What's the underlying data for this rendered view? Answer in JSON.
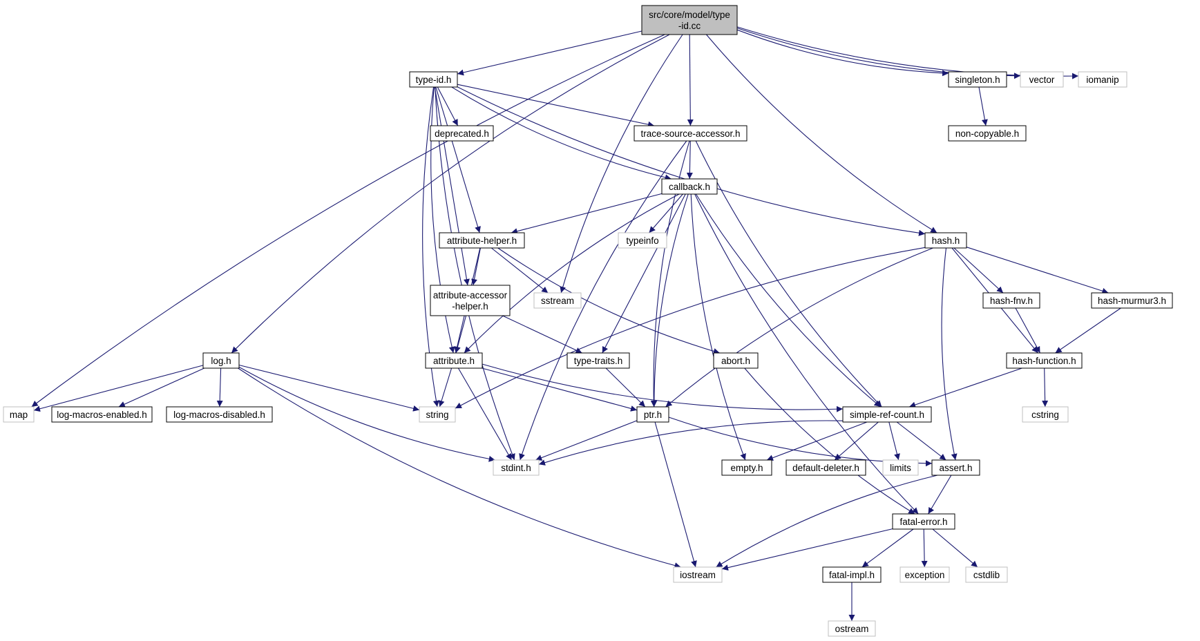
{
  "colors": {
    "edge": "#191970",
    "root_fill": "#bfbfbf",
    "system_border": "#bfbfbf",
    "local_border": "#000000"
  },
  "nodes": [
    {
      "id": "root",
      "lines": [
        "src/core/model/type",
        "-id.cc"
      ],
      "kind": "root"
    },
    {
      "id": "type-id.h",
      "lines": [
        "type-id.h"
      ],
      "kind": "local"
    },
    {
      "id": "log.h",
      "lines": [
        "log.h"
      ],
      "kind": "local"
    },
    {
      "id": "sstream",
      "lines": [
        "sstream"
      ],
      "kind": "system"
    },
    {
      "id": "trace-source-accessor.h",
      "lines": [
        "trace-source-accessor.h"
      ],
      "kind": "local"
    },
    {
      "id": "hash.h",
      "lines": [
        "hash.h"
      ],
      "kind": "local"
    },
    {
      "id": "singleton.h",
      "lines": [
        "singleton.h"
      ],
      "kind": "local"
    },
    {
      "id": "vector",
      "lines": [
        "vector"
      ],
      "kind": "system"
    },
    {
      "id": "iomanip",
      "lines": [
        "iomanip"
      ],
      "kind": "system"
    },
    {
      "id": "map",
      "lines": [
        "map"
      ],
      "kind": "system"
    },
    {
      "id": "deprecated.h",
      "lines": [
        "deprecated.h"
      ],
      "kind": "local"
    },
    {
      "id": "callback.h",
      "lines": [
        "callback.h"
      ],
      "kind": "local"
    },
    {
      "id": "non-copyable.h",
      "lines": [
        "non-copyable.h"
      ],
      "kind": "local"
    },
    {
      "id": "attribute-helper.h",
      "lines": [
        "attribute-helper.h"
      ],
      "kind": "local"
    },
    {
      "id": "typeinfo",
      "lines": [
        "typeinfo"
      ],
      "kind": "system"
    },
    {
      "id": "attribute-accessor-helper.h",
      "lines": [
        "attribute-accessor",
        "-helper.h"
      ],
      "kind": "local"
    },
    {
      "id": "hash-fnv.h",
      "lines": [
        "hash-fnv.h"
      ],
      "kind": "local"
    },
    {
      "id": "hash-murmur3.h",
      "lines": [
        "hash-murmur3.h"
      ],
      "kind": "local"
    },
    {
      "id": "attribute.h",
      "lines": [
        "attribute.h"
      ],
      "kind": "local"
    },
    {
      "id": "type-traits.h",
      "lines": [
        "type-traits.h"
      ],
      "kind": "local"
    },
    {
      "id": "abort.h",
      "lines": [
        "abort.h"
      ],
      "kind": "local"
    },
    {
      "id": "hash-function.h",
      "lines": [
        "hash-function.h"
      ],
      "kind": "local"
    },
    {
      "id": "log-macros-enabled.h",
      "lines": [
        "log-macros-enabled.h"
      ],
      "kind": "local"
    },
    {
      "id": "log-macros-disabled.h",
      "lines": [
        "log-macros-disabled.h"
      ],
      "kind": "local"
    },
    {
      "id": "string",
      "lines": [
        "string"
      ],
      "kind": "system"
    },
    {
      "id": "ptr.h",
      "lines": [
        "ptr.h"
      ],
      "kind": "local"
    },
    {
      "id": "simple-ref-count.h",
      "lines": [
        "simple-ref-count.h"
      ],
      "kind": "local"
    },
    {
      "id": "cstring",
      "lines": [
        "cstring"
      ],
      "kind": "system"
    },
    {
      "id": "stdint.h",
      "lines": [
        "stdint.h"
      ],
      "kind": "system"
    },
    {
      "id": "empty.h",
      "lines": [
        "empty.h"
      ],
      "kind": "local"
    },
    {
      "id": "default-deleter.h",
      "lines": [
        "default-deleter.h"
      ],
      "kind": "local"
    },
    {
      "id": "limits",
      "lines": [
        "limits"
      ],
      "kind": "system"
    },
    {
      "id": "assert.h",
      "lines": [
        "assert.h"
      ],
      "kind": "local"
    },
    {
      "id": "fatal-error.h",
      "lines": [
        "fatal-error.h"
      ],
      "kind": "local"
    },
    {
      "id": "iostream",
      "lines": [
        "iostream"
      ],
      "kind": "system"
    },
    {
      "id": "fatal-impl.h",
      "lines": [
        "fatal-impl.h"
      ],
      "kind": "local"
    },
    {
      "id": "exception",
      "lines": [
        "exception"
      ],
      "kind": "system"
    },
    {
      "id": "cstdlib",
      "lines": [
        "cstdlib"
      ],
      "kind": "system"
    },
    {
      "id": "ostream",
      "lines": [
        "ostream"
      ],
      "kind": "system"
    }
  ],
  "edges": [
    [
      "root",
      "type-id.h"
    ],
    [
      "root",
      "log.h"
    ],
    [
      "root",
      "map"
    ],
    [
      "root",
      "sstream"
    ],
    [
      "root",
      "trace-source-accessor.h"
    ],
    [
      "root",
      "hash.h"
    ],
    [
      "root",
      "singleton.h"
    ],
    [
      "root",
      "vector"
    ],
    [
      "root",
      "iomanip"
    ],
    [
      "type-id.h",
      "deprecated.h"
    ],
    [
      "type-id.h",
      "trace-source-accessor.h"
    ],
    [
      "type-id.h",
      "callback.h"
    ],
    [
      "type-id.h",
      "attribute-helper.h"
    ],
    [
      "type-id.h",
      "attribute-accessor-helper.h"
    ],
    [
      "type-id.h",
      "attribute.h"
    ],
    [
      "type-id.h",
      "string"
    ],
    [
      "type-id.h",
      "stdint.h"
    ],
    [
      "type-id.h",
      "hash.h"
    ],
    [
      "singleton.h",
      "non-copyable.h"
    ],
    [
      "trace-source-accessor.h",
      "callback.h"
    ],
    [
      "trace-source-accessor.h",
      "stdint.h"
    ],
    [
      "trace-source-accessor.h",
      "ptr.h"
    ],
    [
      "trace-source-accessor.h",
      "simple-ref-count.h"
    ],
    [
      "callback.h",
      "attribute-helper.h"
    ],
    [
      "callback.h",
      "typeinfo"
    ],
    [
      "callback.h",
      "attribute.h"
    ],
    [
      "callback.h",
      "type-traits.h"
    ],
    [
      "callback.h",
      "ptr.h"
    ],
    [
      "callback.h",
      "empty.h"
    ],
    [
      "callback.h",
      "simple-ref-count.h"
    ],
    [
      "callback.h",
      "fatal-error.h"
    ],
    [
      "attribute-helper.h",
      "attribute-accessor-helper.h"
    ],
    [
      "attribute-helper.h",
      "sstream"
    ],
    [
      "attribute-helper.h",
      "attribute.h"
    ],
    [
      "attribute-helper.h",
      "abort.h"
    ],
    [
      "attribute-accessor-helper.h",
      "attribute.h"
    ],
    [
      "attribute-accessor-helper.h",
      "type-traits.h"
    ],
    [
      "hash.h",
      "hash-fnv.h"
    ],
    [
      "hash.h",
      "hash-murmur3.h"
    ],
    [
      "hash.h",
      "hash-function.h"
    ],
    [
      "hash.h",
      "string"
    ],
    [
      "hash.h",
      "ptr.h"
    ],
    [
      "hash.h",
      "assert.h"
    ],
    [
      "hash-fnv.h",
      "hash-function.h"
    ],
    [
      "hash-murmur3.h",
      "hash-function.h"
    ],
    [
      "hash-function.h",
      "cstring"
    ],
    [
      "hash-function.h",
      "simple-ref-count.h"
    ],
    [
      "log.h",
      "map"
    ],
    [
      "log.h",
      "log-macros-enabled.h"
    ],
    [
      "log.h",
      "log-macros-disabled.h"
    ],
    [
      "log.h",
      "string"
    ],
    [
      "log.h",
      "stdint.h"
    ],
    [
      "log.h",
      "iostream"
    ],
    [
      "attribute.h",
      "string"
    ],
    [
      "attribute.h",
      "stdint.h"
    ],
    [
      "attribute.h",
      "ptr.h"
    ],
    [
      "attribute.h",
      "simple-ref-count.h"
    ],
    [
      "type-traits.h",
      "ptr.h"
    ],
    [
      "abort.h",
      "fatal-error.h"
    ],
    [
      "ptr.h",
      "stdint.h"
    ],
    [
      "ptr.h",
      "assert.h"
    ],
    [
      "ptr.h",
      "iostream"
    ],
    [
      "simple-ref-count.h",
      "stdint.h"
    ],
    [
      "simple-ref-count.h",
      "empty.h"
    ],
    [
      "simple-ref-count.h",
      "default-deleter.h"
    ],
    [
      "simple-ref-count.h",
      "limits"
    ],
    [
      "simple-ref-count.h",
      "assert.h"
    ],
    [
      "assert.h",
      "fatal-error.h"
    ],
    [
      "assert.h",
      "iostream"
    ],
    [
      "fatal-error.h",
      "iostream"
    ],
    [
      "fatal-error.h",
      "fatal-impl.h"
    ],
    [
      "fatal-error.h",
      "exception"
    ],
    [
      "fatal-error.h",
      "cstdlib"
    ],
    [
      "fatal-impl.h",
      "ostream"
    ]
  ]
}
